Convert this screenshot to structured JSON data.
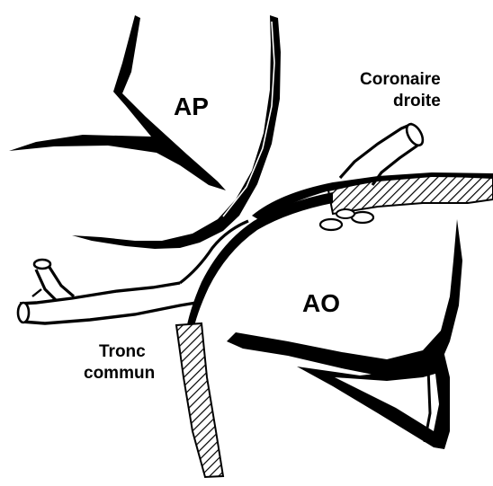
{
  "labels": {
    "ap": "AP",
    "ao": "AO",
    "right_coronary_line1": "Coronaire",
    "right_coronary_line2": "droite",
    "common_trunk_line1": "Tronc",
    "common_trunk_line2": "commun"
  },
  "colors": {
    "ink": "#000000",
    "paper": "#ffffff"
  }
}
